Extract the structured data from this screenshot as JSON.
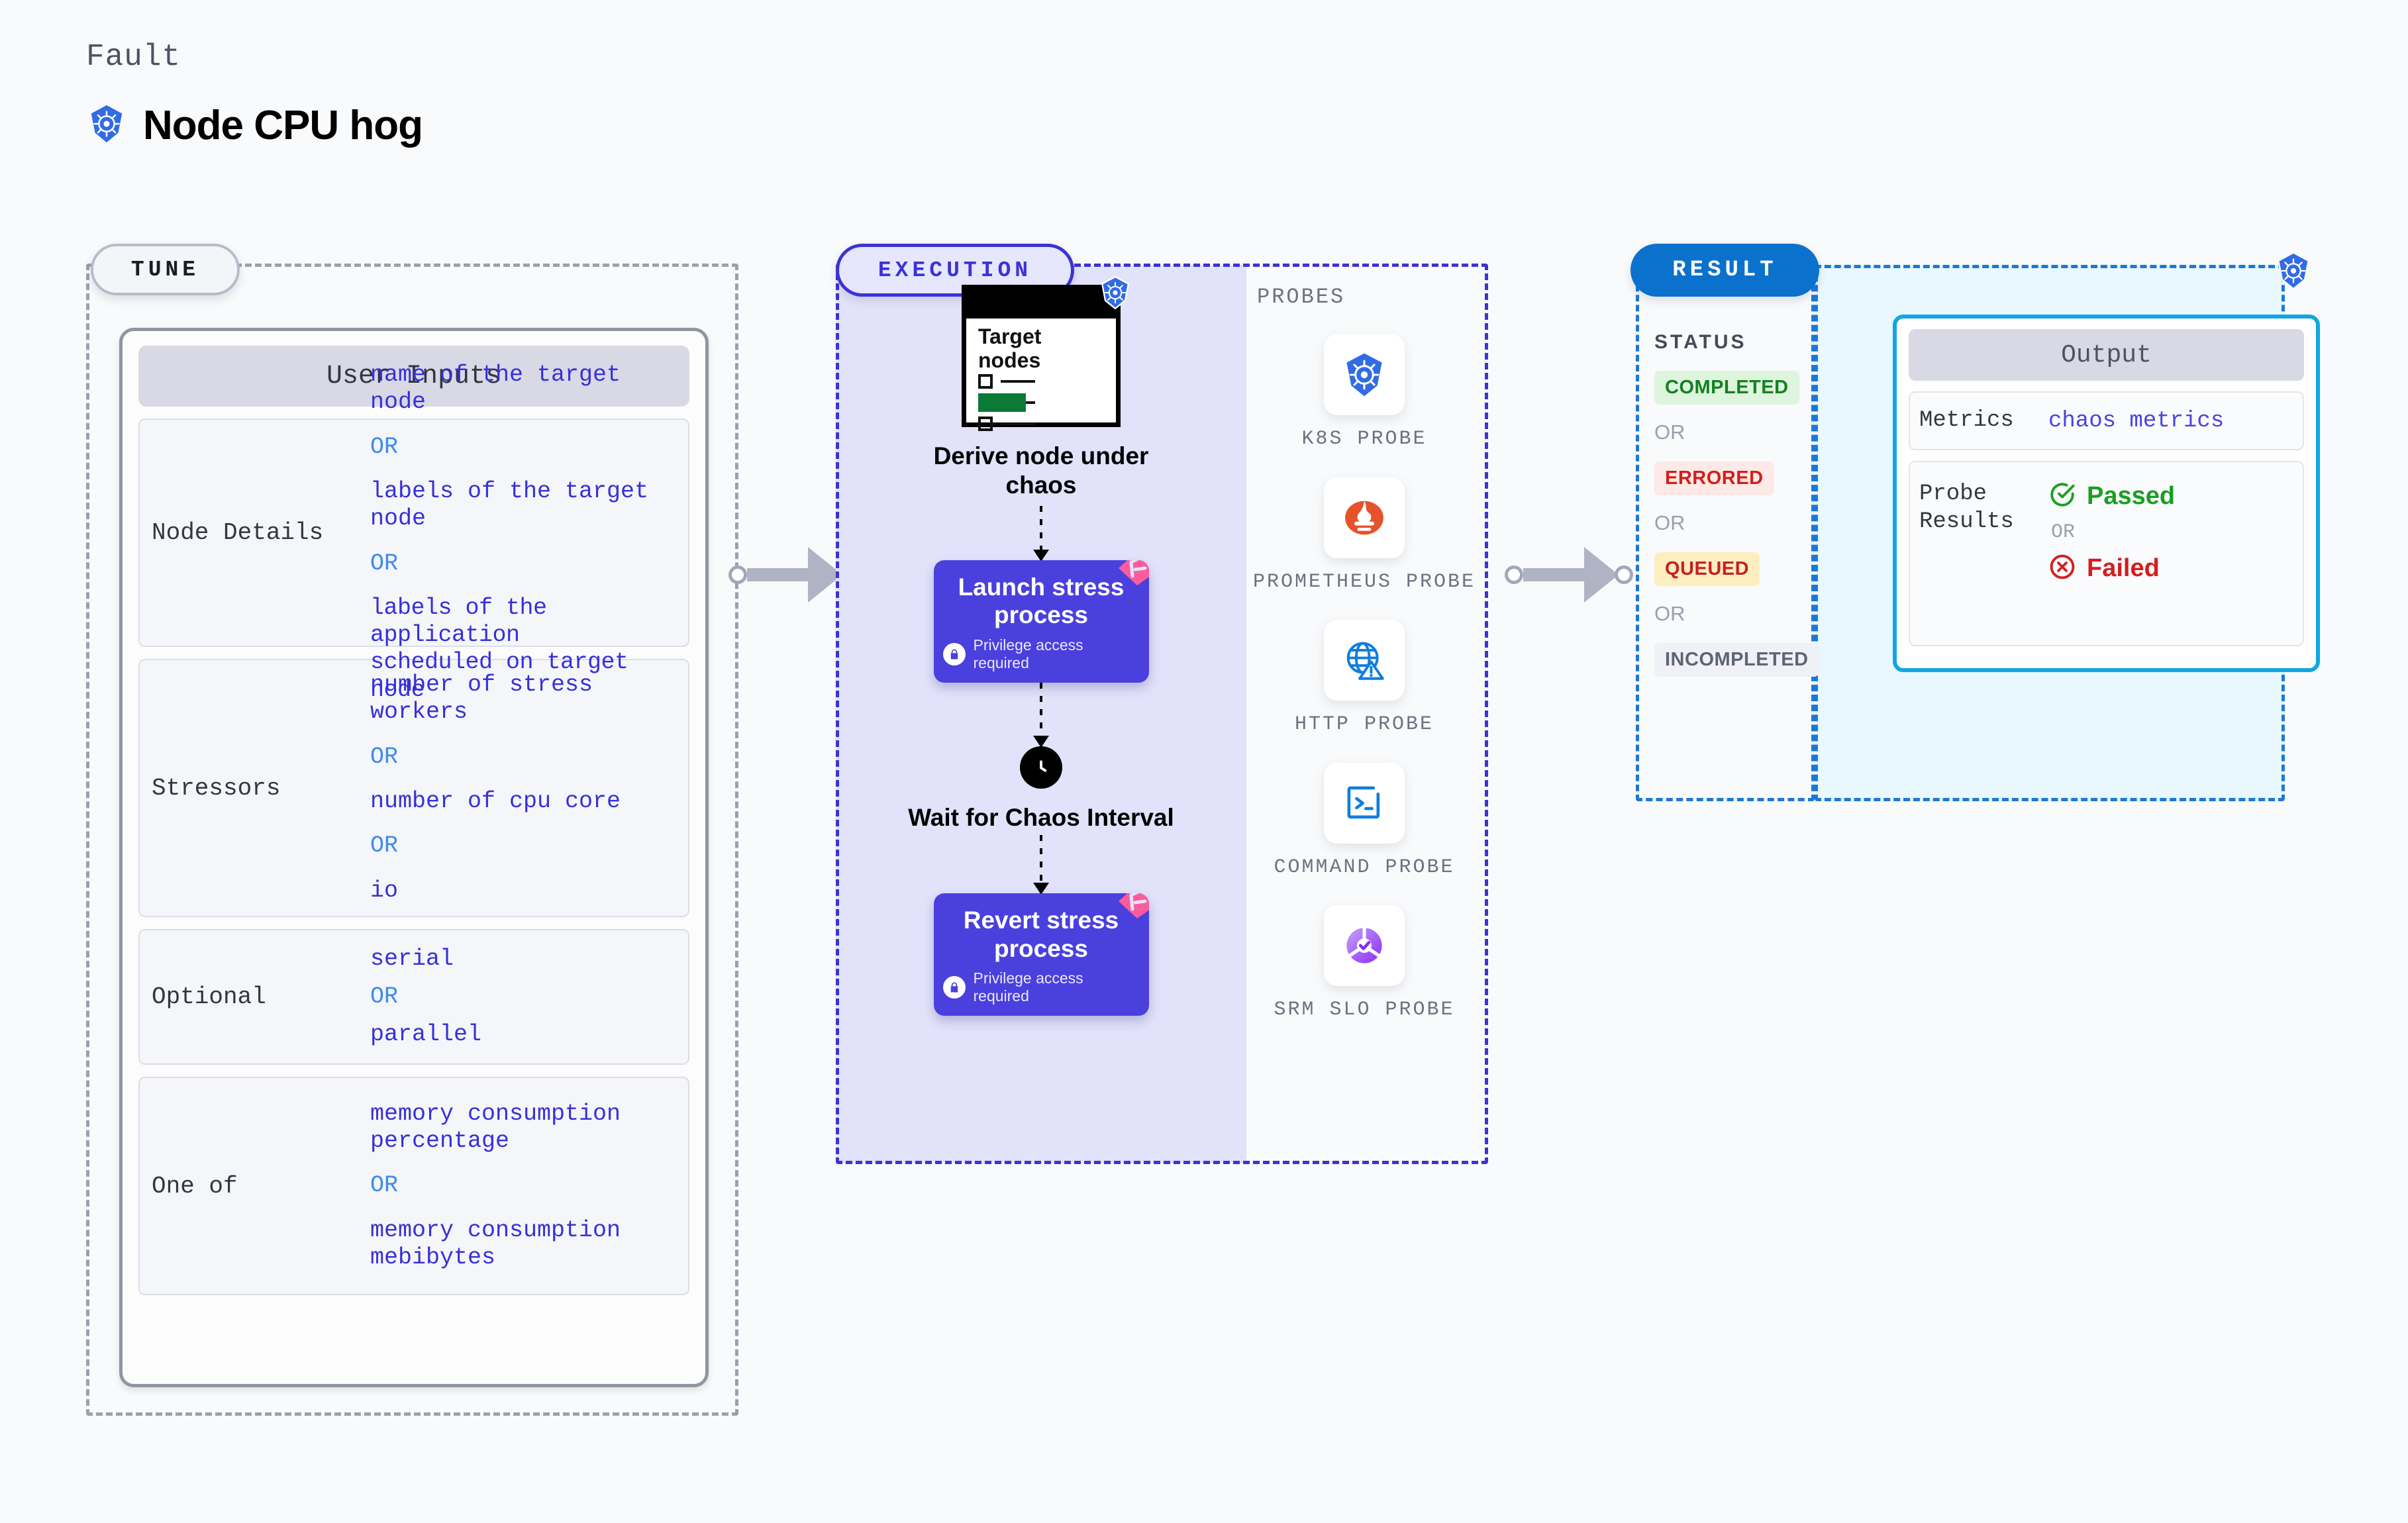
{
  "header": {
    "kicker": "Fault",
    "title": "Node CPU hog",
    "icon": "kubernetes-icon"
  },
  "tune": {
    "pill_label": "TUNE",
    "card_header": "User Inputs",
    "rows": [
      {
        "label": "Node Details",
        "values": [
          "name of the target node",
          "labels of the target node",
          "labels of the application\n scheduled on target node"
        ],
        "separator": "OR"
      },
      {
        "label": "Stressors",
        "values": [
          "number of stress workers",
          "number of cpu core",
          "io"
        ],
        "separator": "OR"
      },
      {
        "label": "Optional",
        "values": [
          "serial",
          "parallel"
        ],
        "separator": "OR"
      },
      {
        "label": "One of",
        "values": [
          "memory consumption percentage",
          "memory consumption mebibytes"
        ],
        "separator": "OR"
      }
    ]
  },
  "execution": {
    "pill_label": "EXECUTION",
    "steps": [
      {
        "kind": "document",
        "doc_title": "Target\nnodes",
        "caption": "Derive node under chaos",
        "badge": "kubernetes-icon"
      },
      {
        "kind": "card",
        "title": "Launch stress process",
        "subtext": "Privilege access required",
        "icon": "lock-icon",
        "corner": "linux-tux-icon"
      },
      {
        "kind": "clock",
        "caption": "Wait for Chaos Interval",
        "icon": "clock-icon"
      },
      {
        "kind": "card",
        "title": "Revert stress process",
        "subtext": "Privilege access required",
        "icon": "lock-icon",
        "corner": "linux-tux-icon"
      }
    ],
    "probes_label": "PROBES",
    "probes": [
      {
        "name": "K8S PROBE",
        "icon": "kubernetes-icon"
      },
      {
        "name": "PROMETHEUS PROBE",
        "icon": "prometheus-icon"
      },
      {
        "name": "HTTP PROBE",
        "icon": "http-globe-warning-icon"
      },
      {
        "name": "COMMAND PROBE",
        "icon": "terminal-icon"
      },
      {
        "name": "SRM SLO PROBE",
        "icon": "srm-slo-icon"
      }
    ]
  },
  "result": {
    "pill_label": "RESULT",
    "status_label": "STATUS",
    "status_separator": "OR",
    "statuses": [
      {
        "label": "COMPLETED",
        "style": "completed"
      },
      {
        "label": "ERRORED",
        "style": "errored"
      },
      {
        "label": "QUEUED",
        "style": "queued"
      },
      {
        "label": "INCOMPLETED",
        "style": "incompleted"
      }
    ],
    "output": {
      "header": "Output",
      "metrics_label": "Metrics",
      "metrics_value": "chaos metrics",
      "probe_results_label": "Probe Results",
      "passed_label": "Passed",
      "failed_label": "Failed",
      "separator": "OR"
    },
    "badge_icon": "kubernetes-icon"
  },
  "colors": {
    "accent_purple": "#4a40de",
    "accent_blue": "#0a71cd",
    "accent_cyan": "#11a6e3",
    "k8s_blue": "#326ce5",
    "pink": "#fc5c9c",
    "value_blue": "#3730d8",
    "or_blue": "#3d8bf2",
    "success_green": "#17a01f",
    "error_red": "#d41e1e",
    "page_bg": "#f9fafb"
  }
}
